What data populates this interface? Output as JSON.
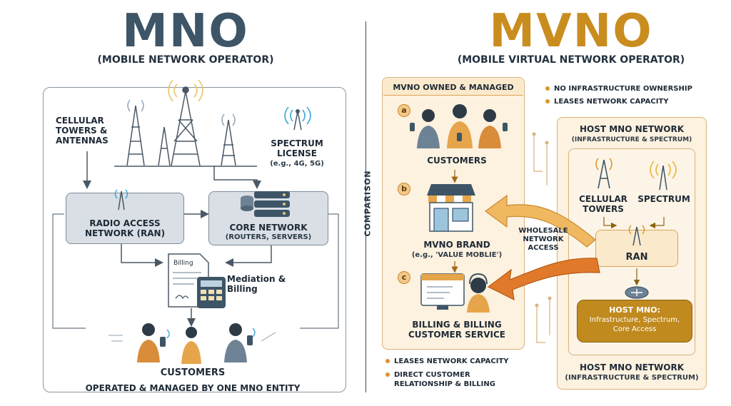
{
  "mno": {
    "title": "MNO",
    "subtitle": "(MOBILE NETWORK OPERATOR)",
    "towers_label": "CELLULAR TOWERS & ANTENNAS",
    "spectrum_label": "SPECTRUM LICENSE",
    "spectrum_example": "(e.g., 4G, 5G)",
    "ran_label": "RADIO ACCESS NETWORK (RAN)",
    "core_label": "CORE NETWORK",
    "core_sub": "(ROUTERS, SERVERS)",
    "billing_doc": "Billing",
    "mediation_label": "Mediation & Billing",
    "customers_label": "CUSTOMERS",
    "footer": "OPERATED & MANAGED BY ONE MNO ENTITY"
  },
  "comparison_label": "COMPARISON",
  "mvno": {
    "title": "MVNO",
    "subtitle": "(MOBILE VIRTUAL NETWORK OPERATOR)",
    "owned_header": "MVNO OWNED & MANAGED",
    "bullets_top": [
      "NO INFRASTRUCTURE OWNERSHIP",
      "LEASES NETWORK CAPACITY"
    ],
    "steps": [
      {
        "badge": "a",
        "label": "CUSTOMERS"
      },
      {
        "badge": "b",
        "label": "MVNO BRAND",
        "sub": "(e.g., 'VALUE MOBLIE')"
      },
      {
        "badge": "c",
        "label": "BILLING & BILLING CUSTOMER SERVICE"
      }
    ],
    "wholesale_label": "WHOLESALE NETWORK ACCESS",
    "bullets_bottom": [
      "LEASES NETWORK CAPACITY",
      "DIRECT CUSTOMER RELATIONSHIP & BILLING"
    ],
    "host": {
      "title": "HOST MNO NETWORK",
      "subtitle": "(INFRASTRUCTURE & SPECTRUM)",
      "towers_label": "CELLULAR TOWERS",
      "spectrum_label": "SPECTRUM",
      "ran_label": "RAN",
      "pill_title": "HOST MNO:",
      "pill_body": "Infrastructure, Spectrum, Core Access",
      "footer_title": "HOST MNO NETWORK",
      "footer_sub": "(INFRASTRUCTURE & SPECTRUM)"
    }
  },
  "colors": {
    "mno_accent": "#3d5567",
    "mvno_accent": "#c98d1f",
    "arrow_orange": "#e07a2a",
    "peach": "#fbe9cc"
  }
}
